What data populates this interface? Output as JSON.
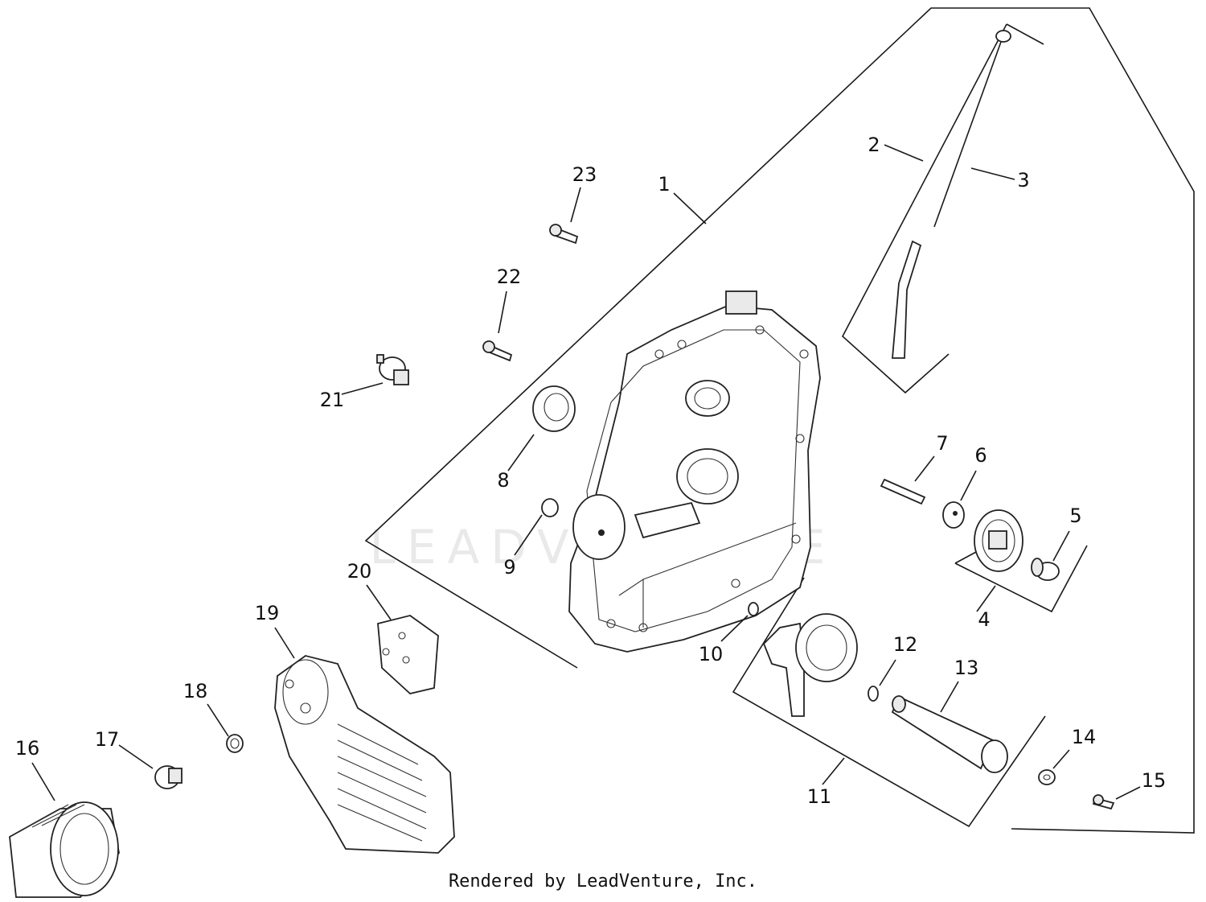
{
  "diagram": {
    "watermark": "LEADVENTURE",
    "footer": "Rendered by LeadVenture, Inc.",
    "callouts": [
      "1",
      "2",
      "3",
      "4",
      "5",
      "6",
      "7",
      "8",
      "9",
      "10",
      "11",
      "12",
      "13",
      "14",
      "15",
      "16",
      "17",
      "18",
      "19",
      "20",
      "21",
      "22",
      "23"
    ]
  }
}
